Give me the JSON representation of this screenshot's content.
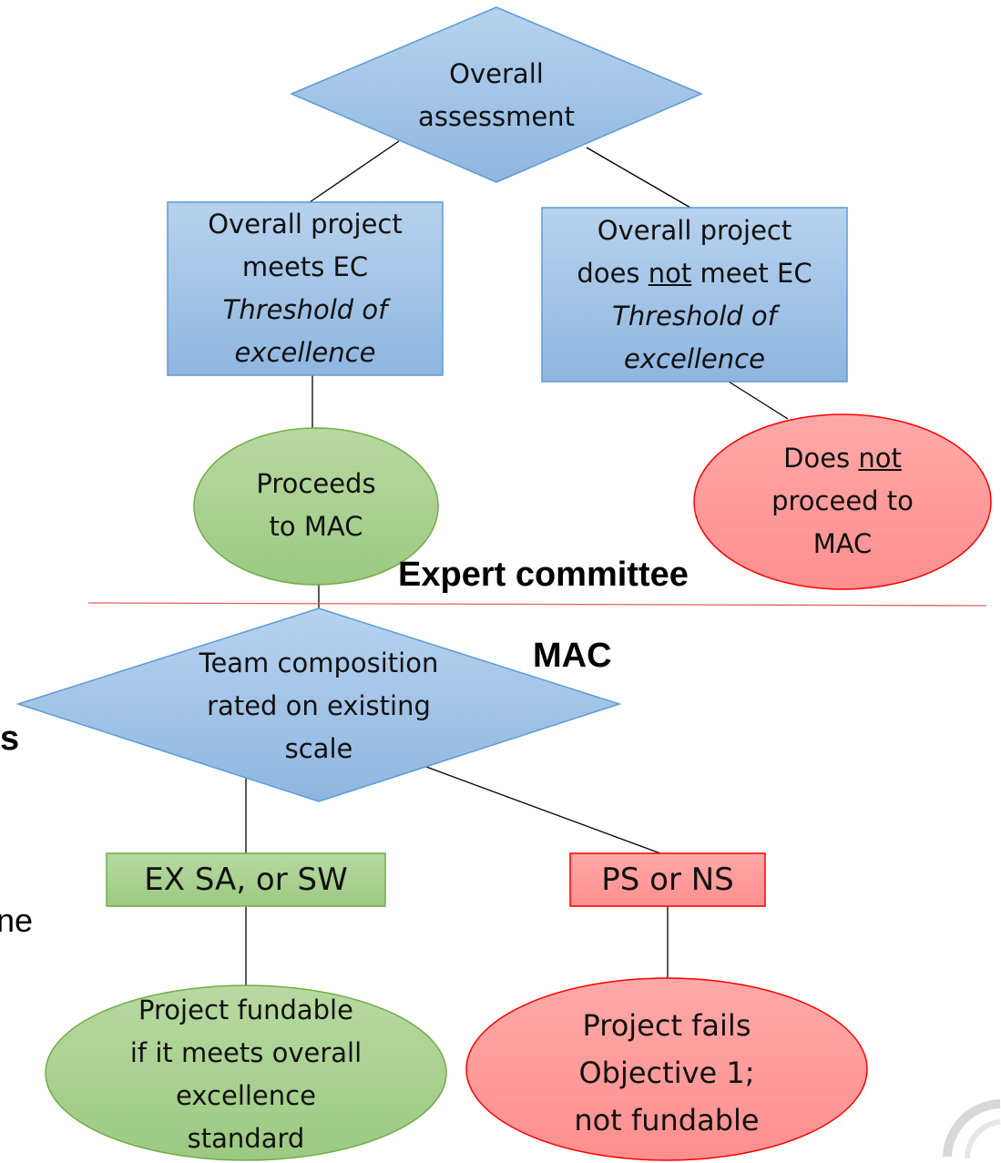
{
  "sections": {
    "expert_committee": "Expert committee",
    "mac": "MAC"
  },
  "nodes": {
    "overall_assessment": {
      "line1": "Overall",
      "line2": "assessment"
    },
    "meets": {
      "line1": "Overall project",
      "line2": "meets EC",
      "line3": "Threshold of",
      "line4": "excellence"
    },
    "not_meets": {
      "line1_pre": "does ",
      "line1_not": "not",
      "line1_post": " meet EC",
      "line0": "Overall project",
      "line2": "Threshold of",
      "line3": "excellence"
    },
    "proceeds": {
      "line1": "Proceeds",
      "line2": "to MAC"
    },
    "not_proceed": {
      "line1_pre": "Does ",
      "line1_not": "not",
      "line2": "proceed to",
      "line3": "MAC"
    },
    "team": {
      "line1": "Team composition",
      "line2": "rated on existing",
      "line3": "scale"
    },
    "ex_sa_sw": "EX SA, or SW",
    "ps_ns": "PS or NS",
    "fundable": {
      "line1": "Project fundable",
      "line2": "if it meets overall",
      "line3": "excellence",
      "line4": "standard"
    },
    "fails": {
      "line1": "Project fails",
      "line2": "Objective 1;",
      "line3": "not fundable"
    }
  },
  "cut_off": {
    "left_s": "s",
    "left_ne": "ne"
  },
  "colors": {
    "blue_fill": "#9dc3e6",
    "blue_stroke": "#5b9bd5",
    "green_fill": "#a9d18e",
    "green_stroke": "#70ad47",
    "red_fill": "#ff9999",
    "red_stroke": "#ff0000",
    "divider": "#e06060"
  }
}
